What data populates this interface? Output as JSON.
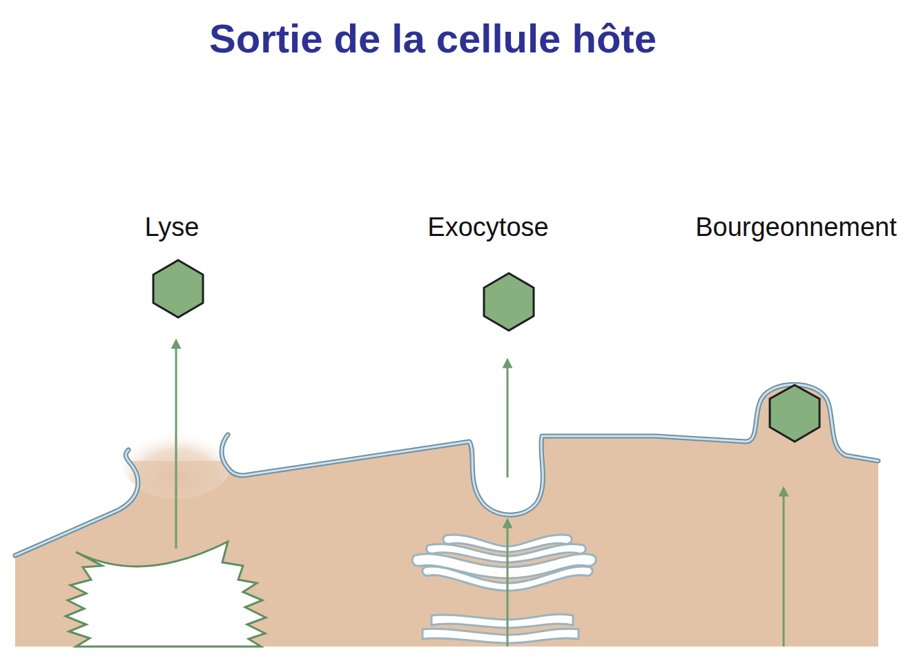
{
  "diagram": {
    "title": "Sortie de la cellule hôte",
    "labels": [
      "Lyse",
      "Exocytose",
      "Bourgeonnement"
    ]
  }
}
